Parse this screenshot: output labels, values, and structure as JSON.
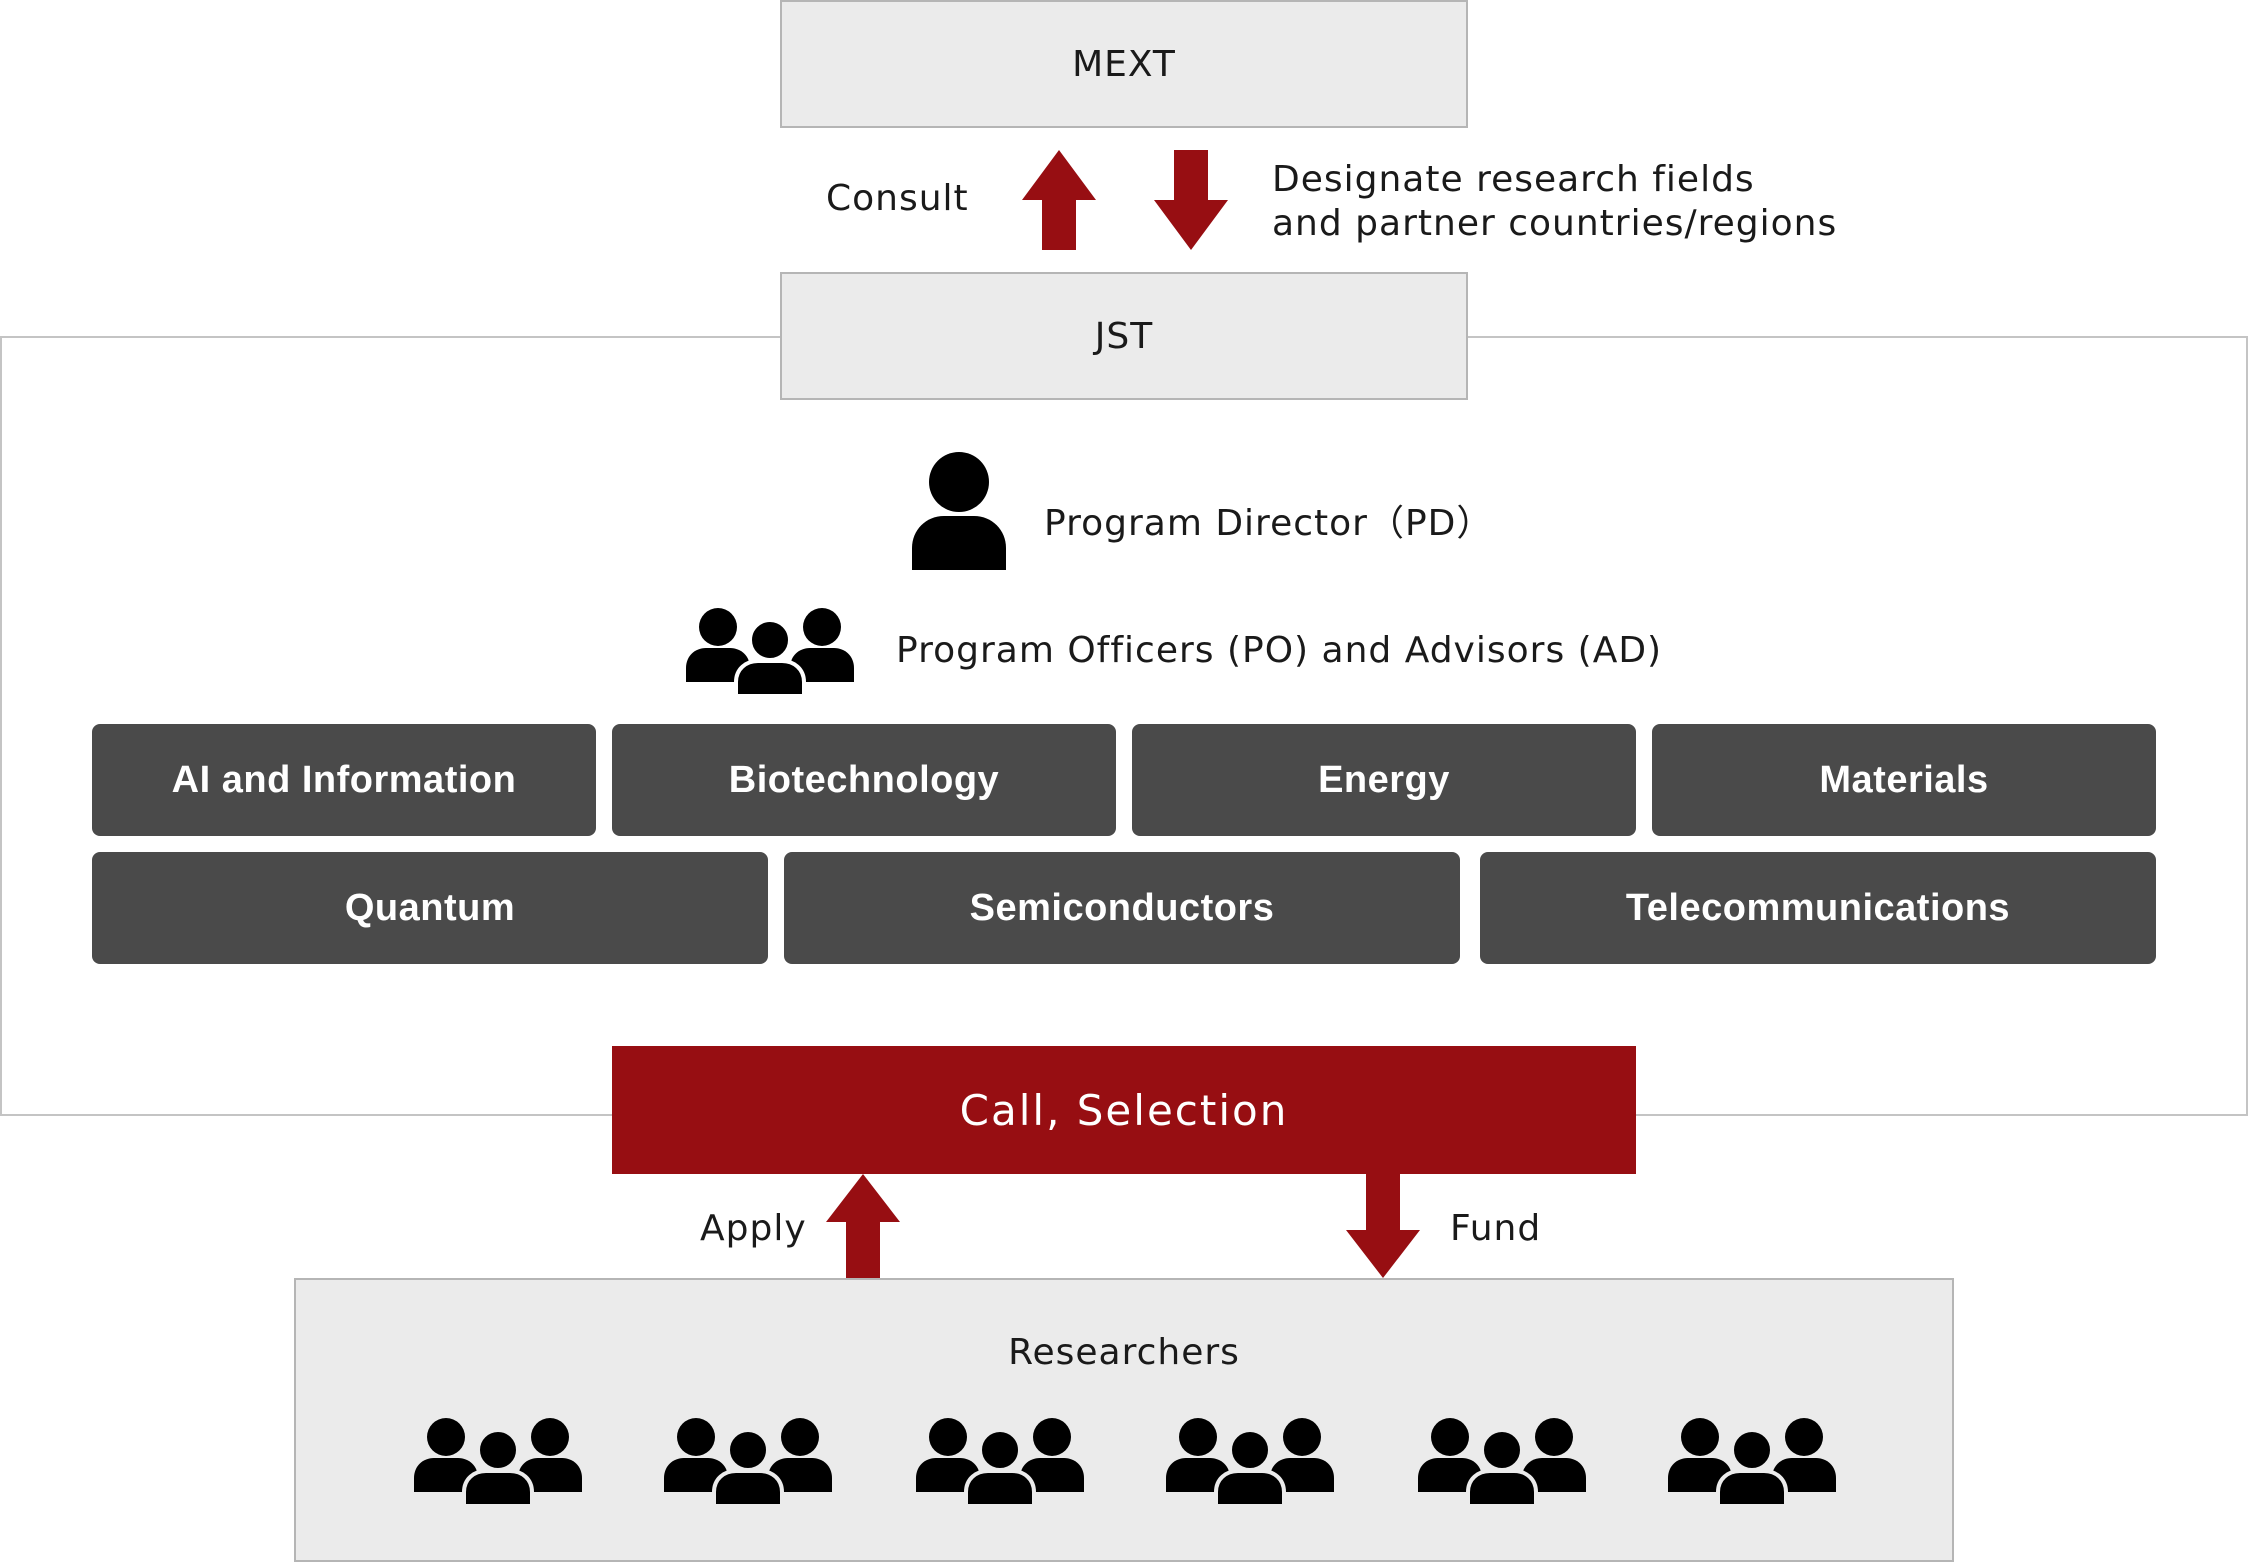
{
  "mext": {
    "label": "MEXT"
  },
  "jst": {
    "label": "JST"
  },
  "consult": {
    "label": "Consult"
  },
  "designate": {
    "line1": "Designate research fields",
    "line2": "and partner countries/regions"
  },
  "pd": {
    "label": "Program Director（PD）",
    "icon": "person-icon"
  },
  "po": {
    "label": "Program Officers (PO) and Advisors (AD)",
    "icon": "group-icon"
  },
  "fields_row1": [
    "AI and Information",
    "Biotechnology",
    "Energy",
    "Materials"
  ],
  "fields_row2": [
    "Quantum",
    "Semiconductors",
    "Telecommunications"
  ],
  "call": {
    "label": "Call, Selection"
  },
  "apply": {
    "label": "Apply"
  },
  "fund": {
    "label": "Fund"
  },
  "researchers": {
    "label": "Researchers",
    "group_icons": 6
  },
  "colors": {
    "accent": "#970e12",
    "field_bg": "#4a4a4a",
    "box_bg": "#ebebeb"
  }
}
